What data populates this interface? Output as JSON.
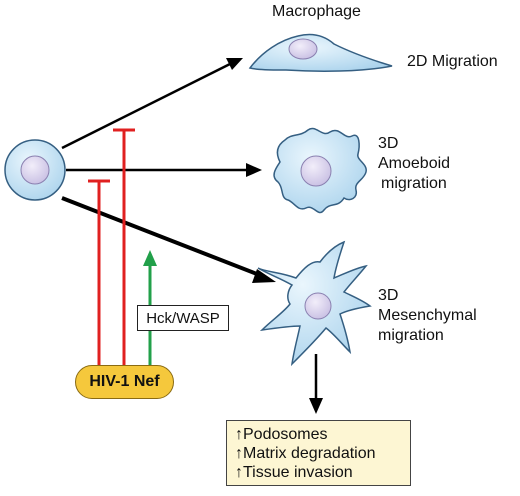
{
  "diagram": {
    "title": "Macrophage",
    "states": [
      {
        "lines": [
          "2D Migration"
        ]
      },
      {
        "lines": [
          "3D",
          "Amoeboid",
          "migration"
        ]
      },
      {
        "lines": [
          "3D",
          "Mesenchymal",
          "migration"
        ]
      }
    ],
    "regulator": "HIV-1 Nef",
    "mediator": "Hck/WASP",
    "outcomes": [
      "↑Podosomes",
      "↑Matrix degradation",
      "↑Tissue invasion"
    ],
    "colors": {
      "inhibition": "#e02020",
      "activation": "#22a04a",
      "cell_fill": "#c6e4f5",
      "cell_stroke": "#355f82",
      "nucleus": "#d9d2ee",
      "regulator_fill": "#f5c83c",
      "outcome_fill": "#fdf6d3"
    }
  }
}
